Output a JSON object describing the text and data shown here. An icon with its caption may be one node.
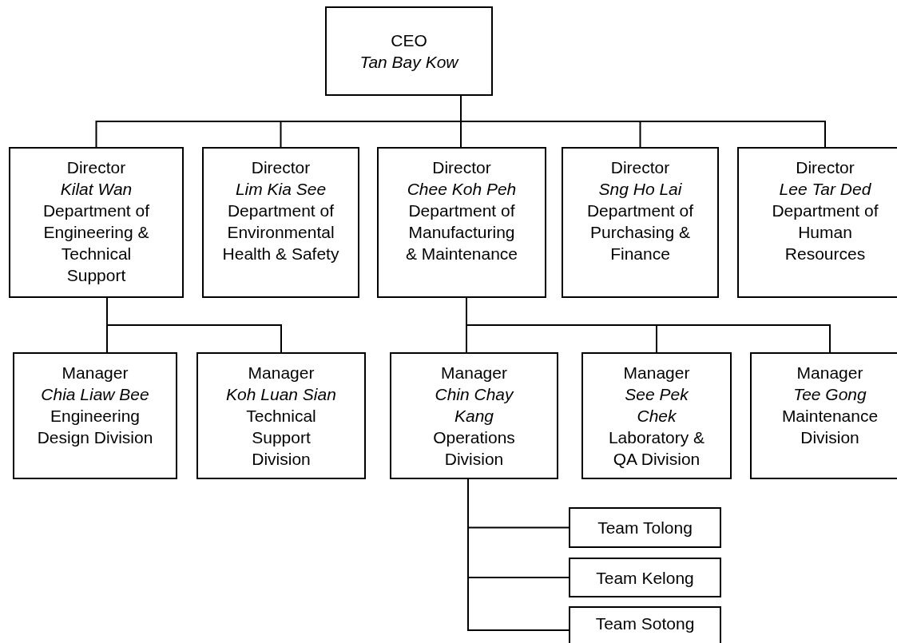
{
  "diagram": {
    "nodes": [
      {
        "text": [
          "CEO",
          "Tan Bay Kow"
        ]
      },
      {
        "text": [
          "Director",
          "Kilat Wan",
          "Department of Engineering & Technical Support"
        ]
      },
      {
        "text": [
          "Director",
          "Lim Kia See",
          "Department of Environmental Health & Safety"
        ]
      },
      {
        "text": [
          "Director",
          "Chee Koh Peh",
          "Department of Manufacturing & Maintenance"
        ]
      },
      {
        "text": [
          "Director",
          "Sng Ho Lai",
          "Department of Purchasing & Finance"
        ]
      },
      {
        "text": [
          "Director",
          "Lee Tar Ded",
          "Department of Human Resources"
        ]
      },
      {
        "text": [
          "Manager",
          "Chia Liaw Bee",
          "Engineering Design Division"
        ]
      },
      {
        "text": [
          "Manager",
          "Koh Luan Sian",
          "Technical Support Division"
        ]
      },
      {
        "text": [
          "Manager",
          "Chin Chay Kang",
          "Operations Division"
        ]
      },
      {
        "text": [
          "Manager",
          "See Pek Chek",
          "Laboratory & QA Division"
        ]
      },
      {
        "text": [
          "Manager",
          "Tee Gong",
          "Maintenance Division"
        ]
      },
      {
        "text": [
          "Team Tolong"
        ]
      },
      {
        "text": [
          "Team Kelong"
        ]
      },
      {
        "text": [
          "Team Sotong"
        ]
      }
    ],
    "edges": [
      {
        "from": 0,
        "to": 1,
        "arrow": "none"
      },
      {
        "from": 0,
        "to": 2,
        "arrow": "none"
      },
      {
        "from": 0,
        "to": 3,
        "arrow": "none"
      },
      {
        "from": 0,
        "to": 4,
        "arrow": "none"
      },
      {
        "from": 0,
        "to": 5,
        "arrow": "none"
      },
      {
        "from": 1,
        "to": 6,
        "arrow": "none"
      },
      {
        "from": 1,
        "to": 7,
        "arrow": "none"
      },
      {
        "from": 3,
        "to": 8,
        "arrow": "none"
      },
      {
        "from": 3,
        "to": 9,
        "arrow": "none"
      },
      {
        "from": 3,
        "to": 10,
        "arrow": "none"
      },
      {
        "from": 8,
        "to": 11,
        "arrow": "none"
      },
      {
        "from": 8,
        "to": 12,
        "arrow": "none"
      },
      {
        "from": 8,
        "to": 13,
        "arrow": "none"
      }
    ]
  }
}
